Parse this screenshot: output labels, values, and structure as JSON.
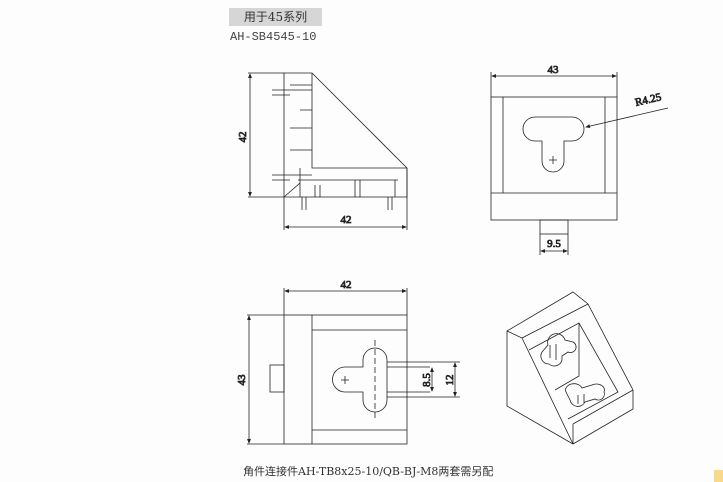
{
  "header": {
    "series_label": "用于45系列",
    "part_code": "AH-SB4545-10"
  },
  "dimensions": {
    "side_height": "42",
    "side_width": "42",
    "front_width": "43",
    "front_radius": "R4.25",
    "front_tab": "9.5",
    "top_width": "42",
    "top_height": "43",
    "slot_inner": "8.5",
    "slot_outer": "12"
  },
  "footer": {
    "caption": "角件连接件AH-TB8x25-10/QB-BJ-M8两套需另配"
  }
}
